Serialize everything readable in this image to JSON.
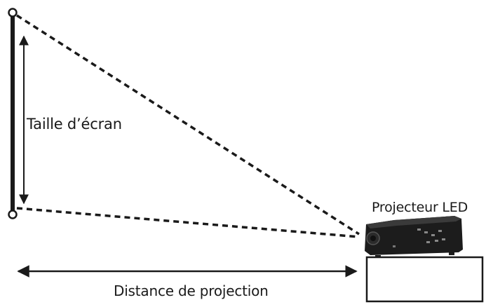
{
  "labels": {
    "screen_size": "Taille d’écran",
    "projector": "Projecteur LED",
    "projection_distance": "Distance de projection"
  },
  "colors": {
    "line": "#1a1a1a",
    "projector_body": "#1c1c1c",
    "background": "#ffffff"
  },
  "icons": {
    "projector": "projector-icon"
  }
}
